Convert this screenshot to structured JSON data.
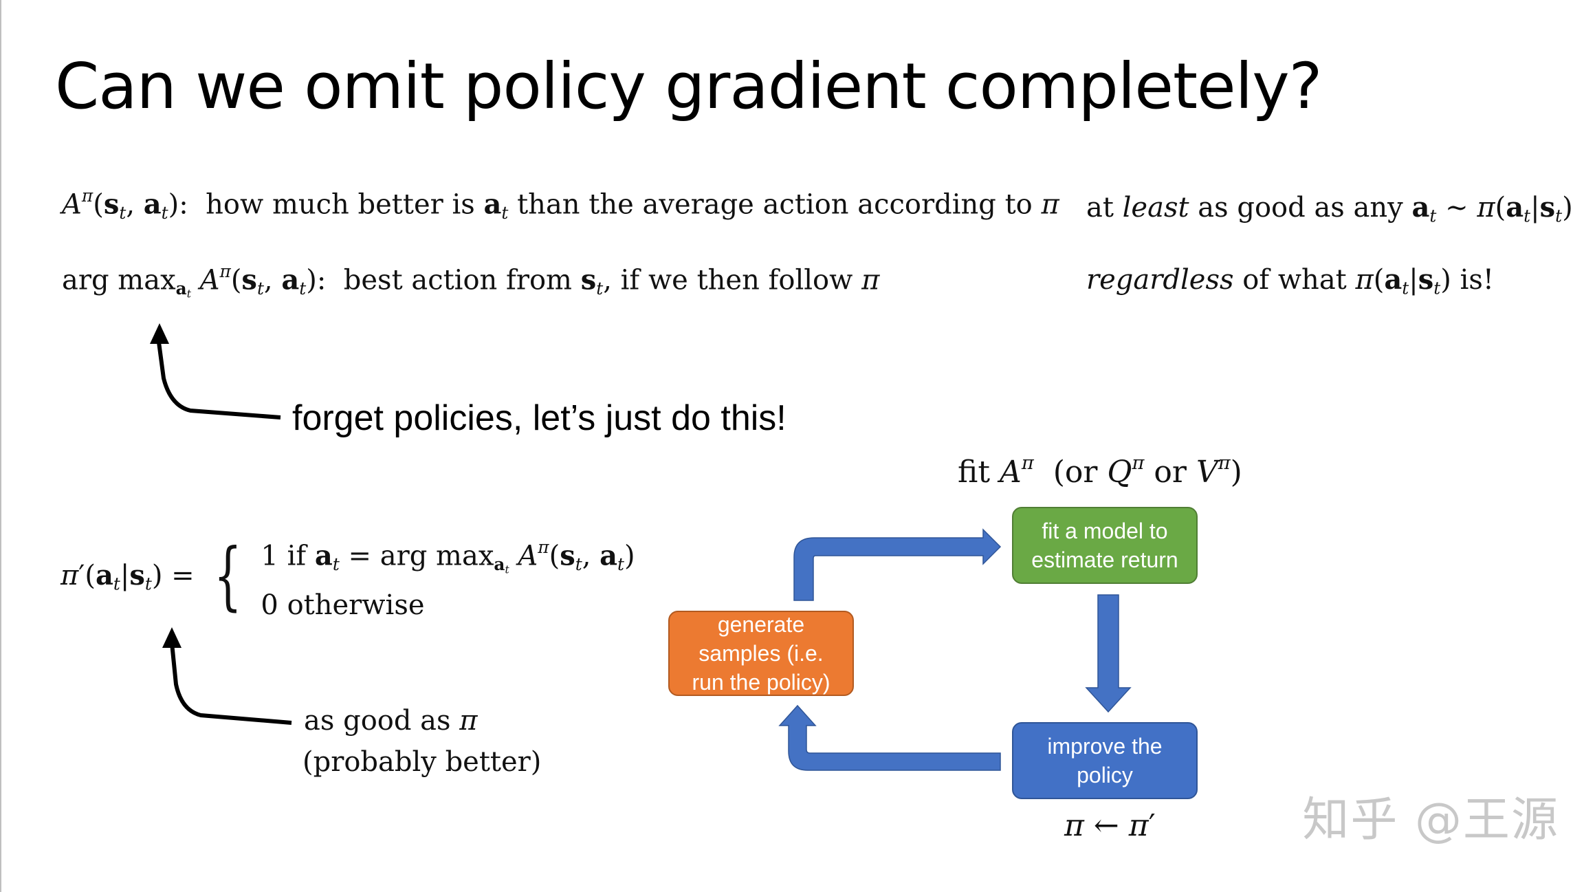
{
  "slide": {
    "title": "Can we omit policy gradient completely?"
  },
  "lines": {
    "advantage_def": "how much better is",
    "advantage_def_tail": "than the average action according to",
    "argmax_def": "best action from",
    "argmax_def_tail": ", if we then follow",
    "right_top_pre": "at",
    "right_top_emph": "least",
    "right_top_post": "as good as any",
    "right_bottom_emph": "regardless",
    "right_bottom_post": "of what",
    "right_bottom_end": "is!"
  },
  "callouts": {
    "forget": "forget policies, let’s just do this!",
    "as_good_1": "as good as",
    "as_good_2": "(probably better)"
  },
  "piecewise": {
    "case1_if": "if",
    "case2_otherwise": "otherwise"
  },
  "cycle": {
    "fit_label_pre": "fit",
    "fit_label_or1": "(or",
    "fit_label_or2": "or",
    "green_box_line1": "fit a model to",
    "green_box_line2": "estimate return",
    "orange_box_line1": "generate",
    "orange_box_line2": "samples (i.e.",
    "orange_box_line3": "run the policy)",
    "blue_box_line1": "improve the",
    "blue_box_line2": "policy",
    "colors": {
      "green": "#6aa945",
      "orange": "#ec7a31",
      "blue": "#4271c6"
    }
  },
  "watermark": "知乎 @王源"
}
